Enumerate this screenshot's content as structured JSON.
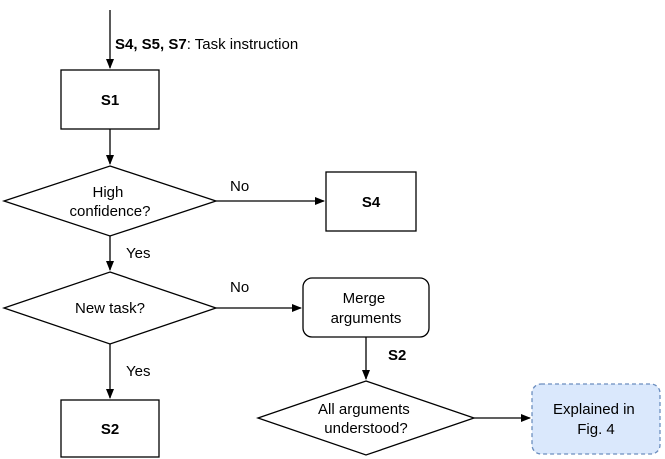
{
  "entry_label": {
    "bold": "S4, S5, S7",
    "rest": ": Task instruction"
  },
  "nodes": {
    "s1": "S1",
    "high_confidence": [
      "High",
      "confidence?"
    ],
    "s4": "S4",
    "new_task": "New task?",
    "merge_arguments": [
      "Merge",
      "arguments"
    ],
    "s2_bottom": "S2",
    "all_arguments": [
      "All arguments",
      "understood?"
    ],
    "explained": [
      "Explained in",
      "Fig. 4"
    ]
  },
  "edge_labels": {
    "no_1": "No",
    "yes_1": "Yes",
    "no_2": "No",
    "yes_2": "Yes",
    "s2_edge": "S2"
  },
  "colors": {
    "note_fill": "#dae8fc",
    "note_stroke": "#6c8ebf"
  }
}
